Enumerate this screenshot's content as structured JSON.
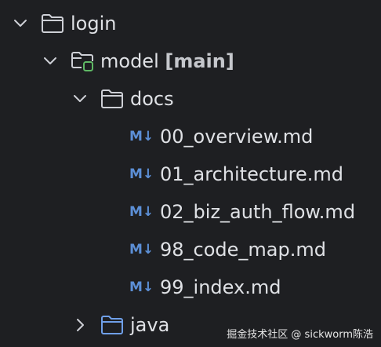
{
  "tree": {
    "items": [
      {
        "label": "login",
        "expanded": true
      },
      {
        "label": "model",
        "branch": "[main]",
        "expanded": true
      },
      {
        "label": "docs",
        "expanded": true
      },
      {
        "label": "00_overview.md",
        "badge": "M↓"
      },
      {
        "label": "01_architecture.md",
        "badge": "M↓"
      },
      {
        "label": "02_biz_auth_flow.md",
        "badge": "M↓"
      },
      {
        "label": "98_code_map.md",
        "badge": "M↓"
      },
      {
        "label": "99_index.md",
        "badge": "M↓"
      },
      {
        "label": "java",
        "expanded": false
      }
    ]
  },
  "watermark": "掘金技术社区 @ sickworm陈浩",
  "colors": {
    "background": "#1e1f22",
    "text": "#dfe1e5",
    "icon_stroke": "#ced0d6",
    "markdown_badge": "#5c8fd6",
    "module_badge": "#5fb865",
    "java_folder": "#6f9fe8"
  }
}
